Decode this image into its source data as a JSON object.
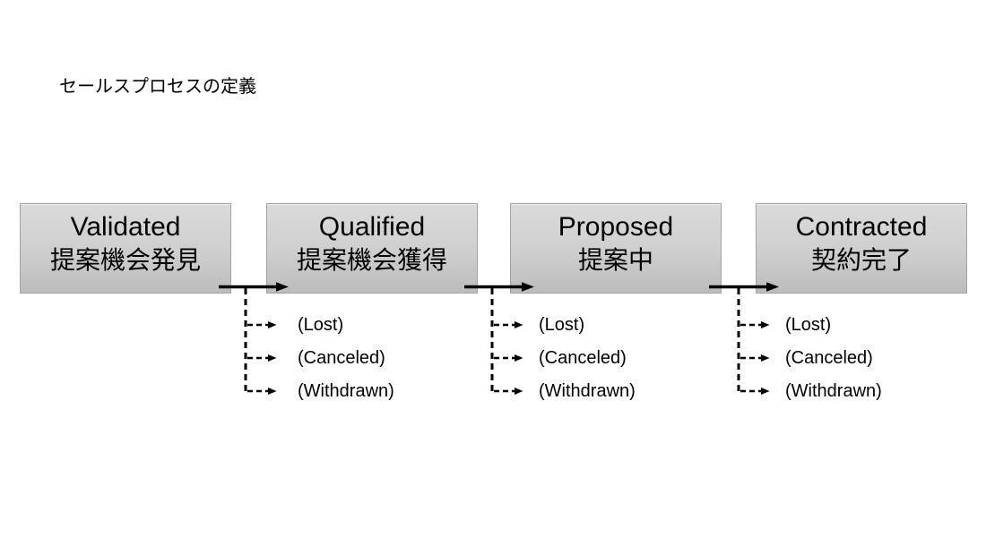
{
  "title": "セールスプロセスの定義",
  "stages": [
    {
      "name_en": "Validated",
      "name_ja": "提案機会発見"
    },
    {
      "name_en": "Qualified",
      "name_ja": "提案機会獲得"
    },
    {
      "name_en": "Proposed",
      "name_ja": "提案中"
    },
    {
      "name_en": "Contracted",
      "name_ja": "契約完了"
    }
  ],
  "exit_labels": [
    "(Lost)",
    "(Canceled)",
    "(Withdrawn)"
  ],
  "colors": {
    "background": "#ffffff",
    "box_fill_top": "#dbdbdb",
    "box_fill_bottom": "#bcbcbc",
    "box_border": "#a3a3a3",
    "arrow": "#000000",
    "text": "#000000"
  }
}
